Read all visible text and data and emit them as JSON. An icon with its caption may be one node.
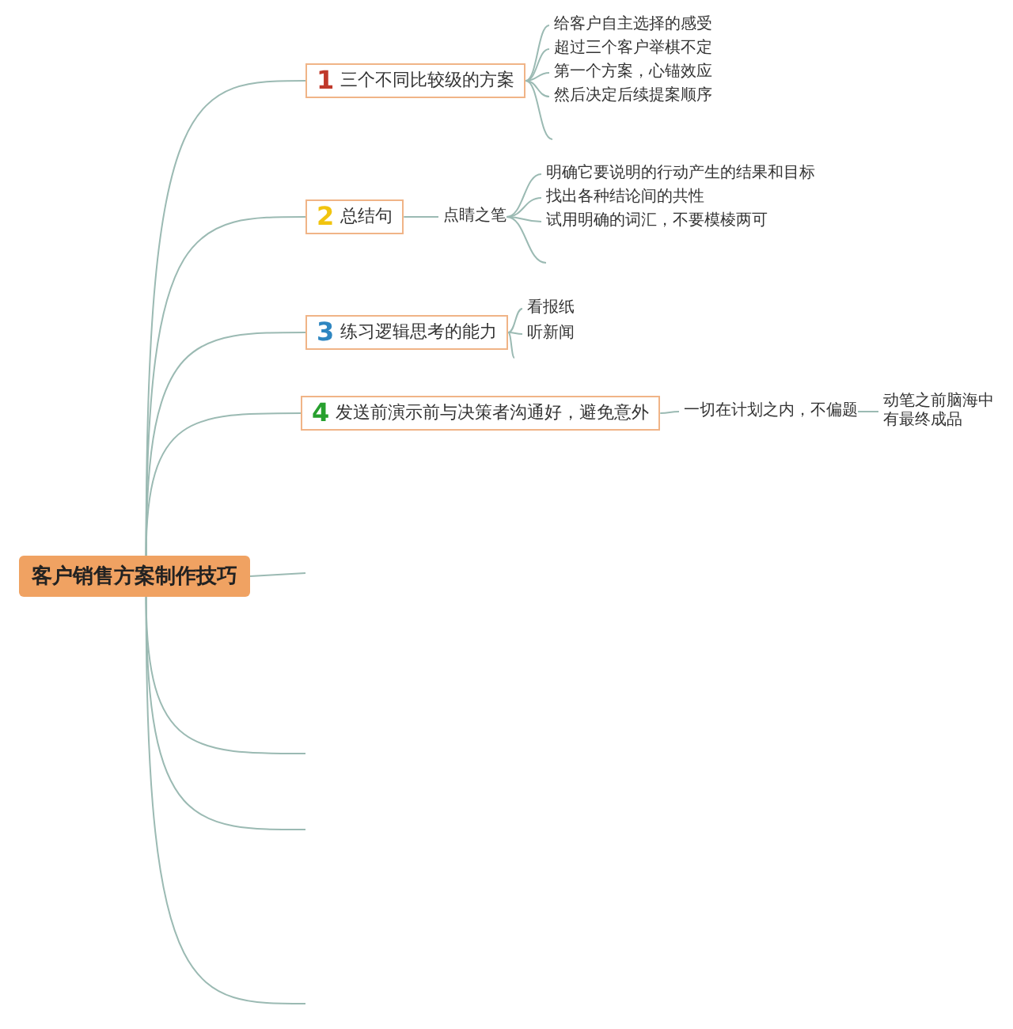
{
  "diagram": {
    "nodes": [
      {
        "text": [
          "客户销售方案制作技巧"
        ]
      },
      {
        "text": [
          "1",
          "三个不同比较级的方案"
        ]
      },
      {
        "text": [
          "给客户自主选择的感受"
        ]
      },
      {
        "text": [
          "超过三个客户举棋不定"
        ]
      },
      {
        "text": [
          "第一个方案，心锚效应"
        ]
      },
      {
        "text": [
          "然后决定后续提案顺序"
        ]
      },
      {
        "text": [
          "2",
          "总结句"
        ]
      },
      {
        "text": [
          "点睛之笔"
        ]
      },
      {
        "text": [
          "明确它要说明的行动产生的结果和目标"
        ]
      },
      {
        "text": [
          "找出各种结论间的共性"
        ]
      },
      {
        "text": [
          "试用明确的词汇，不要模棱两可"
        ]
      },
      {
        "text": [
          "3",
          "练习逻辑思考的能力"
        ]
      },
      {
        "text": [
          "看报纸"
        ]
      },
      {
        "text": [
          "听新闻"
        ]
      },
      {
        "text": [
          "4",
          "发送前演示前与决策者沟通好，避免意外"
        ]
      },
      {
        "text": [
          "一切在计划之内，不偏题"
        ]
      },
      {
        "text": [
          "动笔之前脑海中有最终成品"
        ]
      }
    ],
    "edges": [
      {
        "from": 0,
        "to": 1,
        "arrow": "none"
      },
      {
        "from": 1,
        "to": 2,
        "arrow": "none"
      },
      {
        "from": 1,
        "to": 3,
        "arrow": "none"
      },
      {
        "from": 1,
        "to": 4,
        "arrow": "none"
      },
      {
        "from": 1,
        "to": 5,
        "arrow": "none"
      },
      {
        "from": 1,
        "to": null,
        "arrow": "none"
      },
      {
        "from": 0,
        "to": 6,
        "arrow": "none"
      },
      {
        "from": 6,
        "to": 7,
        "arrow": "none"
      },
      {
        "from": 7,
        "to": 8,
        "arrow": "none"
      },
      {
        "from": 7,
        "to": 9,
        "arrow": "none"
      },
      {
        "from": 7,
        "to": 10,
        "arrow": "none"
      },
      {
        "from": 7,
        "to": null,
        "arrow": "none"
      },
      {
        "from": 0,
        "to": 11,
        "arrow": "none"
      },
      {
        "from": 11,
        "to": 12,
        "arrow": "none"
      },
      {
        "from": 11,
        "to": 13,
        "arrow": "none"
      },
      {
        "from": 11,
        "to": null,
        "arrow": "none"
      },
      {
        "from": 0,
        "to": 14,
        "arrow": "none"
      },
      {
        "from": 14,
        "to": 15,
        "arrow": "none"
      },
      {
        "from": 15,
        "to": 16,
        "arrow": "none"
      },
      {
        "from": 0,
        "to": null,
        "arrow": "none"
      },
      {
        "from": 0,
        "to": null,
        "arrow": "none"
      },
      {
        "from": 0,
        "to": null,
        "arrow": "none"
      },
      {
        "from": 0,
        "to": null,
        "arrow": "none"
      }
    ]
  }
}
